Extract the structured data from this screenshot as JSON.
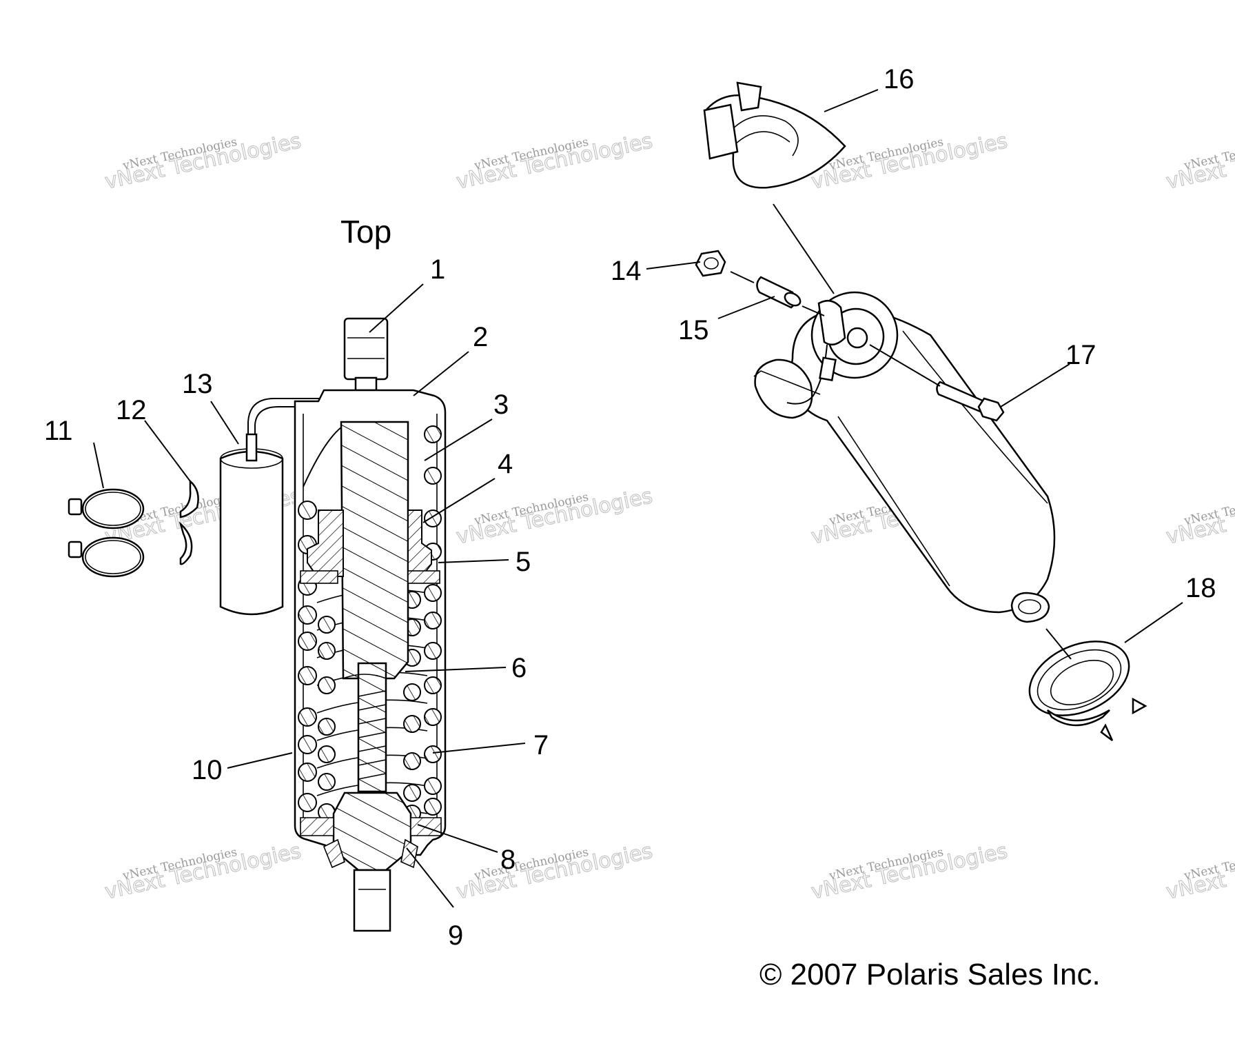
{
  "diagram": {
    "heading": "Top",
    "copyright": "© 2007 Polaris Sales Inc.",
    "watermark": {
      "line1": "vNext Technologies",
      "line2": "vNext Technologies"
    },
    "callouts": [
      "1",
      "2",
      "3",
      "4",
      "5",
      "6",
      "7",
      "8",
      "9",
      "10",
      "11",
      "12",
      "13",
      "14",
      "15",
      "16",
      "17",
      "18"
    ]
  }
}
